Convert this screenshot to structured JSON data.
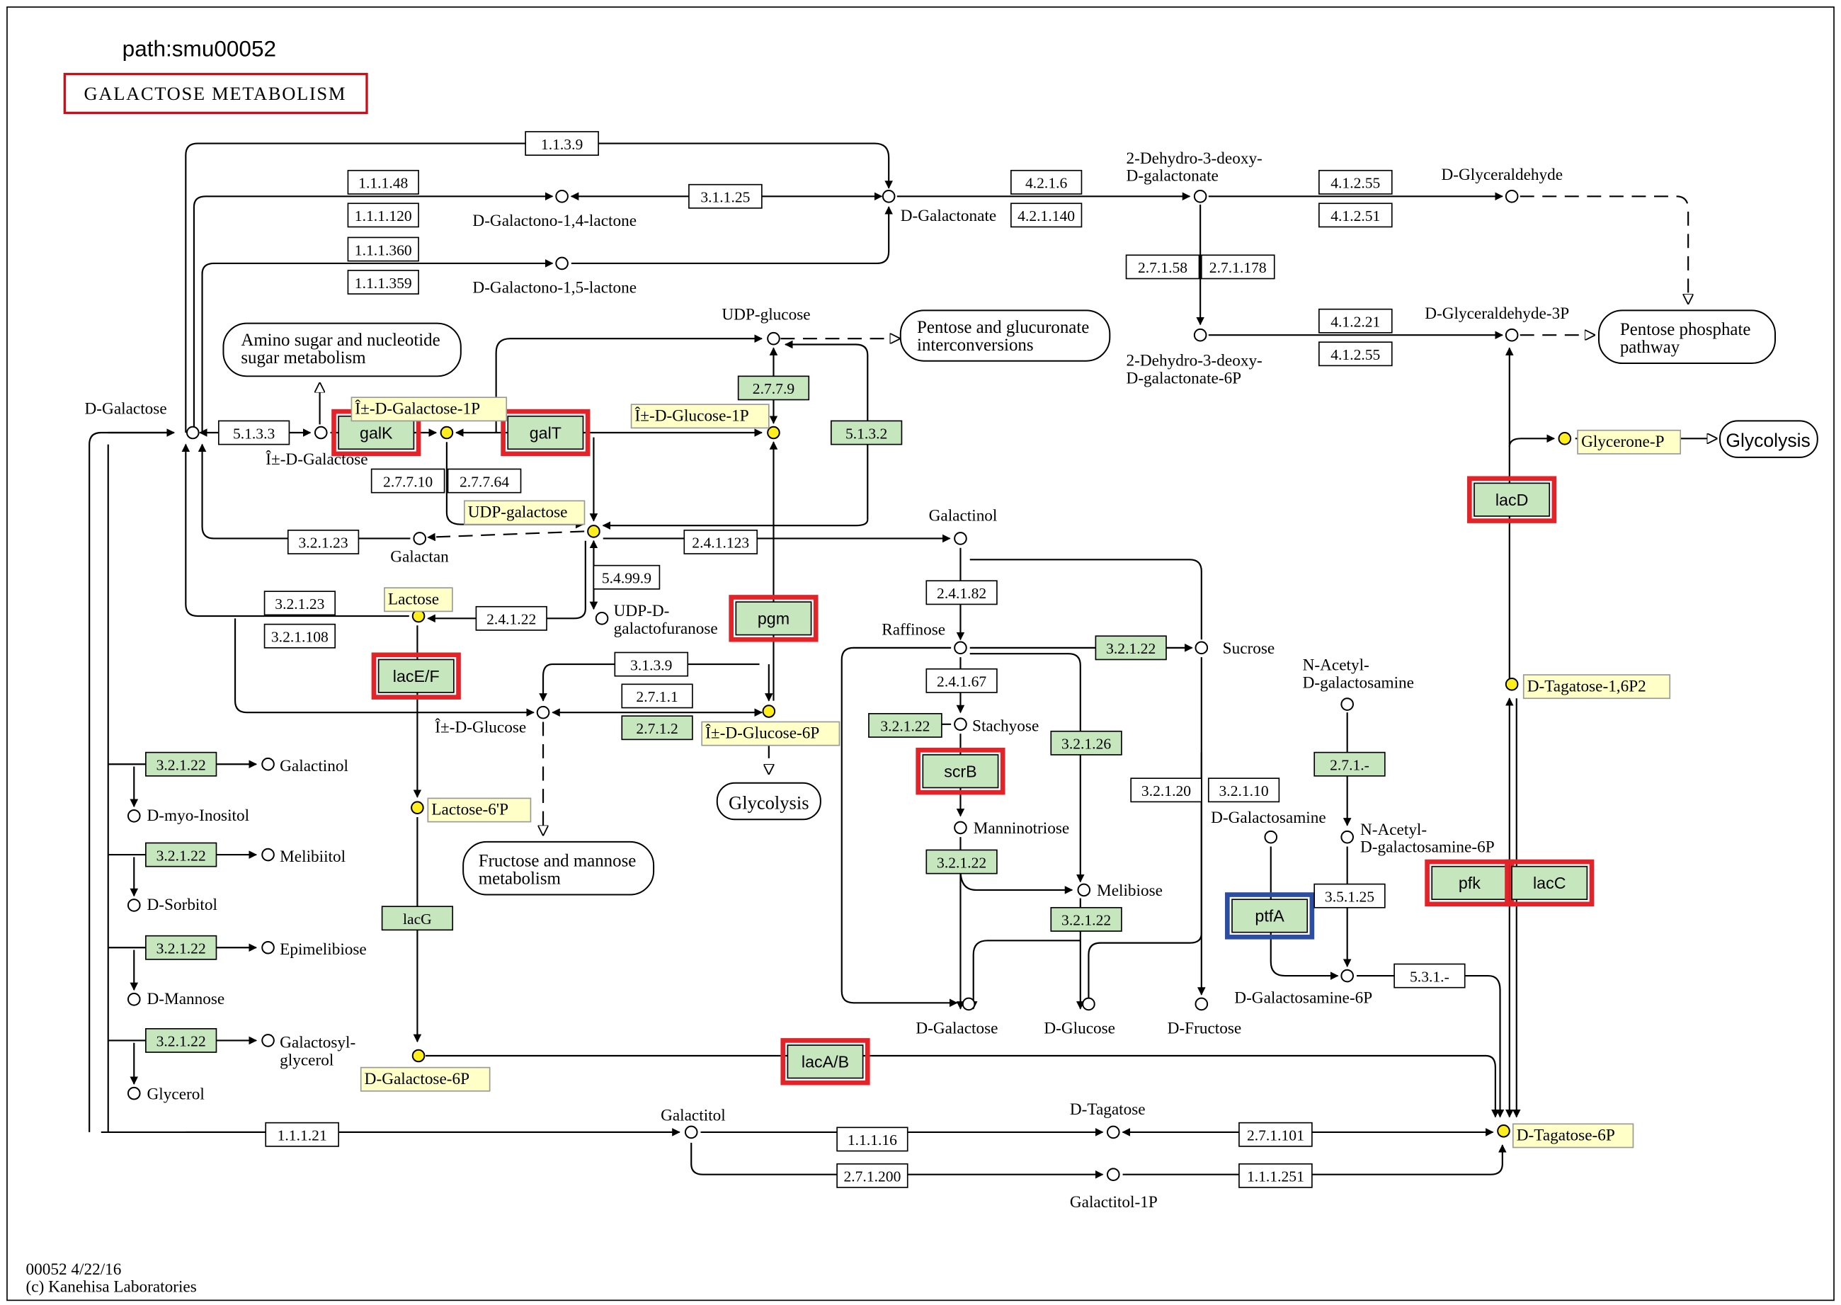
{
  "header": {
    "path_id": "path:smu00052",
    "title": "GALACTOSE METABOLISM"
  },
  "footer": {
    "map_date": "00052 4/22/16",
    "copyright": "(c) Kanehisa Laboratories"
  },
  "colors": {
    "gene_fill": "#bfffbf",
    "gene_fill_muted": "#c6e6be",
    "highlight_red": "#e0242a",
    "highlight_blue": "#2b4ea0",
    "compound_yellow": "#ffee1f",
    "label_yellow": "#ffffc8",
    "footer_red": "#d9141a",
    "title_red": "#c8101c"
  },
  "compounds": [
    {
      "id": "d_galactono_14",
      "label": "D-Galactono-1,4-lactone",
      "filled": false
    },
    {
      "id": "d_galactono_15",
      "label": "D-Galactono-1,5-lactone",
      "filled": false
    },
    {
      "id": "d_galactonate",
      "label": "D-Galactonate",
      "filled": false
    },
    {
      "id": "dehydro_gal",
      "label": "2-Dehydro-3-deoxy- D-galactonate",
      "filled": false
    },
    {
      "id": "glyceraldehyde",
      "label": "D-Glyceraldehyde",
      "filled": false
    },
    {
      "id": "dehydro_gal_6p",
      "label": "2-Dehydro-3-deoxy- D-galactonate-6P",
      "filled": false
    },
    {
      "id": "glyceraldehyde_3p",
      "label": "D-Glyceraldehyde-3P",
      "filled": false
    },
    {
      "id": "udp_glucose",
      "label": "UDP-glucose",
      "filled": false
    },
    {
      "id": "d_galactose_left",
      "label": "D-Galactose",
      "filled": false
    },
    {
      "id": "a_d_galactose",
      "label": "Î±-D-Galactose",
      "filled": false
    },
    {
      "id": "a_d_galactose_1p",
      "label": "Î±-D-Galactose-1P",
      "filled": true
    },
    {
      "id": "a_d_glucose_1p",
      "label": "Î±-D-Glucose-1P",
      "filled": true
    },
    {
      "id": "udp_galactose",
      "label": "UDP-galactose",
      "filled": true
    },
    {
      "id": "galactan",
      "label": "Galactan",
      "filled": false
    },
    {
      "id": "galactinol_top",
      "label": "Galactinol",
      "filled": false
    },
    {
      "id": "udp_galactofuranose",
      "label": "UDP-D- galactofuranose",
      "filled": false
    },
    {
      "id": "lactose",
      "label": "Lactose",
      "filled": true
    },
    {
      "id": "raffinose",
      "label": "Raffinose",
      "filled": false
    },
    {
      "id": "sucrose",
      "label": "Sucrose",
      "filled": false
    },
    {
      "id": "a_d_glucose",
      "label": "Î±-D-Glucose",
      "filled": false
    },
    {
      "id": "a_d_glucose_6p",
      "label": "Î±-D-Glucose-6P",
      "filled": true
    },
    {
      "id": "stachyose",
      "label": "Stachyose",
      "filled": false
    },
    {
      "id": "n_acetyl_gal",
      "label": "N-Acetyl- D-galactosamine",
      "filled": false
    },
    {
      "id": "glycerone_p",
      "label": "Glycerone-P",
      "filled": true
    },
    {
      "id": "d_tagatose_16p2",
      "label": "D-Tagatose-1,6P2",
      "filled": true
    },
    {
      "id": "galactinol_left",
      "label": "Galactinol",
      "filled": false
    },
    {
      "id": "myo_inositol",
      "label": "D-myo-Inositol",
      "filled": false
    },
    {
      "id": "lactose_6p",
      "label": "Lactose-6'P",
      "filled": true
    },
    {
      "id": "manninotriose",
      "label": "Manninotriose",
      "filled": false
    },
    {
      "id": "melibiitol",
      "label": "Melibiitol",
      "filled": false
    },
    {
      "id": "d_galactosamine",
      "label": "D-Galactosamine",
      "filled": false
    },
    {
      "id": "n_acetyl_gal_6p",
      "label": "N-Acetyl- D-galactosamine-6P",
      "filled": false
    },
    {
      "id": "d_sorbitol",
      "label": "D-Sorbitol",
      "filled": false
    },
    {
      "id": "melibiose",
      "label": "Melibiose",
      "filled": false
    },
    {
      "id": "epimelibiose",
      "label": "Epimelibiose",
      "filled": false
    },
    {
      "id": "d_mannose",
      "label": "D-Mannose",
      "filled": false
    },
    {
      "id": "d_galactosamine_6p",
      "label": "D-Galactosamine-6P",
      "filled": false
    },
    {
      "id": "d_galactose_bottom",
      "label": "D-Galactose",
      "filled": false
    },
    {
      "id": "d_glucose_bottom",
      "label": "D-Glucose",
      "filled": false
    },
    {
      "id": "d_fructose",
      "label": "D-Fructose",
      "filled": false
    },
    {
      "id": "galactosyl_glycerol",
      "label": "Galactosyl- glycerol",
      "filled": false
    },
    {
      "id": "d_galactose_6p",
      "label": "D-Galactose-6P",
      "filled": true
    },
    {
      "id": "glycerol",
      "label": "Glycerol",
      "filled": false
    },
    {
      "id": "galactitol",
      "label": "Galactitol",
      "filled": false
    },
    {
      "id": "d_tagatose",
      "label": "D-Tagatose",
      "filled": false
    },
    {
      "id": "d_tagatose_6p",
      "label": "D-Tagatose-6P",
      "filled": true
    },
    {
      "id": "galactitol_1p",
      "label": "Galactitol-1P",
      "filled": false
    }
  ],
  "enzymes": [
    {
      "id": "e1139_top",
      "label": "1.1.3.9",
      "type": "plain"
    },
    {
      "id": "e11148",
      "label": "1.1.1.48",
      "type": "plain"
    },
    {
      "id": "e111120",
      "label": "1.1.1.120",
      "type": "plain"
    },
    {
      "id": "e111360",
      "label": "1.1.1.360",
      "type": "plain"
    },
    {
      "id": "e111359",
      "label": "1.1.1.359",
      "type": "plain"
    },
    {
      "id": "e31125",
      "label": "3.1.1.25",
      "type": "plain"
    },
    {
      "id": "e4216",
      "label": "4.2.1.6",
      "type": "plain"
    },
    {
      "id": "e421140",
      "label": "4.2.1.140",
      "type": "plain"
    },
    {
      "id": "e41255_top",
      "label": "4.1.2.55",
      "type": "plain"
    },
    {
      "id": "e41251",
      "label": "4.1.2.51",
      "type": "plain"
    },
    {
      "id": "e27158",
      "label": "2.7.1.58",
      "type": "plain"
    },
    {
      "id": "e271178",
      "label": "2.7.1.178",
      "type": "plain"
    },
    {
      "id": "e41221",
      "label": "4.1.2.21",
      "type": "plain"
    },
    {
      "id": "e41255_bot",
      "label": "4.1.2.55",
      "type": "plain"
    },
    {
      "id": "e2779",
      "label": "2.7.7.9",
      "type": "gene"
    },
    {
      "id": "e5132",
      "label": "5.1.3.2",
      "type": "gene"
    },
    {
      "id": "e5133",
      "label": "5.1.3.3",
      "type": "plain"
    },
    {
      "id": "galK",
      "label": "galK",
      "type": "gene_hl"
    },
    {
      "id": "galT",
      "label": "galT",
      "type": "gene_hl"
    },
    {
      "id": "e27710",
      "label": "2.7.7.10",
      "type": "plain"
    },
    {
      "id": "e27764",
      "label": "2.7.7.64",
      "type": "plain"
    },
    {
      "id": "e32123",
      "label": "3.2.1.23",
      "type": "plain"
    },
    {
      "id": "e241123",
      "label": "2.4.1.123",
      "type": "plain"
    },
    {
      "id": "e54999",
      "label": "5.4.99.9",
      "type": "plain"
    },
    {
      "id": "e32123_b",
      "label": "3.2.1.23",
      "type": "plain"
    },
    {
      "id": "e321108",
      "label": "3.2.1.108",
      "type": "plain"
    },
    {
      "id": "e24122",
      "label": "2.4.1.22",
      "type": "plain"
    },
    {
      "id": "pgm",
      "label": "pgm",
      "type": "gene_hl"
    },
    {
      "id": "e24182",
      "label": "2.4.1.82",
      "type": "plain"
    },
    {
      "id": "lacEF",
      "label": "lacE/F",
      "type": "gene_hl"
    },
    {
      "id": "e3139_mid",
      "label": "3.1.3.9",
      "type": "plain"
    },
    {
      "id": "e2711",
      "label": "2.7.1.1",
      "type": "plain"
    },
    {
      "id": "e2712",
      "label": "2.7.1.2",
      "type": "gene"
    },
    {
      "id": "e32122_suc",
      "label": "3.2.1.22",
      "type": "gene"
    },
    {
      "id": "e24167",
      "label": "2.4.1.67",
      "type": "plain"
    },
    {
      "id": "e32122_sta",
      "label": "3.2.1.22",
      "type": "gene"
    },
    {
      "id": "e32126",
      "label": "3.2.1.26",
      "type": "gene"
    },
    {
      "id": "scrB",
      "label": "scrB",
      "type": "gene_hl"
    },
    {
      "id": "e32122_l1",
      "label": "3.2.1.22",
      "type": "gene"
    },
    {
      "id": "e32122_l2",
      "label": "3.2.1.22",
      "type": "gene"
    },
    {
      "id": "e32122_l3",
      "label": "3.2.1.22",
      "type": "gene"
    },
    {
      "id": "e32122_l4",
      "label": "3.2.1.22",
      "type": "gene"
    },
    {
      "id": "e32122_man",
      "label": "3.2.1.22",
      "type": "gene"
    },
    {
      "id": "e32122_mel",
      "label": "3.2.1.22",
      "type": "gene"
    },
    {
      "id": "lacG",
      "label": "lacG",
      "type": "gene"
    },
    {
      "id": "e32120",
      "label": "3.2.1.20",
      "type": "plain"
    },
    {
      "id": "e32110",
      "label": "3.2.1.10",
      "type": "plain"
    },
    {
      "id": "e271dash",
      "label": "2.7.1.-",
      "type": "gene"
    },
    {
      "id": "ptfA",
      "label": "ptfA",
      "type": "gene_hl_blue"
    },
    {
      "id": "e35125",
      "label": "3.5.1.25",
      "type": "plain"
    },
    {
      "id": "pfk",
      "label": "pfk",
      "type": "gene_hl"
    },
    {
      "id": "lacC",
      "label": "lacC",
      "type": "gene_hl"
    },
    {
      "id": "e531dash",
      "label": "5.3.1.-",
      "type": "plain"
    },
    {
      "id": "lacD",
      "label": "lacD",
      "type": "gene_hl"
    },
    {
      "id": "lacAB",
      "label": "lacA/B",
      "type": "gene_hl"
    },
    {
      "id": "e11121",
      "label": "1.1.1.21",
      "type": "plain"
    },
    {
      "id": "e11116",
      "label": "1.1.1.16",
      "type": "plain"
    },
    {
      "id": "e271101",
      "label": "2.7.1.101",
      "type": "plain"
    },
    {
      "id": "e271200",
      "label": "2.7.1.200",
      "type": "plain"
    },
    {
      "id": "e111251",
      "label": "1.1.1.251",
      "type": "plain"
    }
  ],
  "pathway_maps": [
    {
      "id": "amino_sugar",
      "label": "Amino sugar and nucleotide sugar metabolism"
    },
    {
      "id": "pentose_glucuronate",
      "label": "Pentose and glucuronate interconversions"
    },
    {
      "id": "pentose_phosphate",
      "label": "Pentose phosphate pathway"
    },
    {
      "id": "glycolysis_right",
      "label": "Glycolysis"
    },
    {
      "id": "glycolysis_mid",
      "label": "Glycolysis"
    },
    {
      "id": "fructose_mannose",
      "label": "Fructose and mannose metabolism"
    }
  ]
}
